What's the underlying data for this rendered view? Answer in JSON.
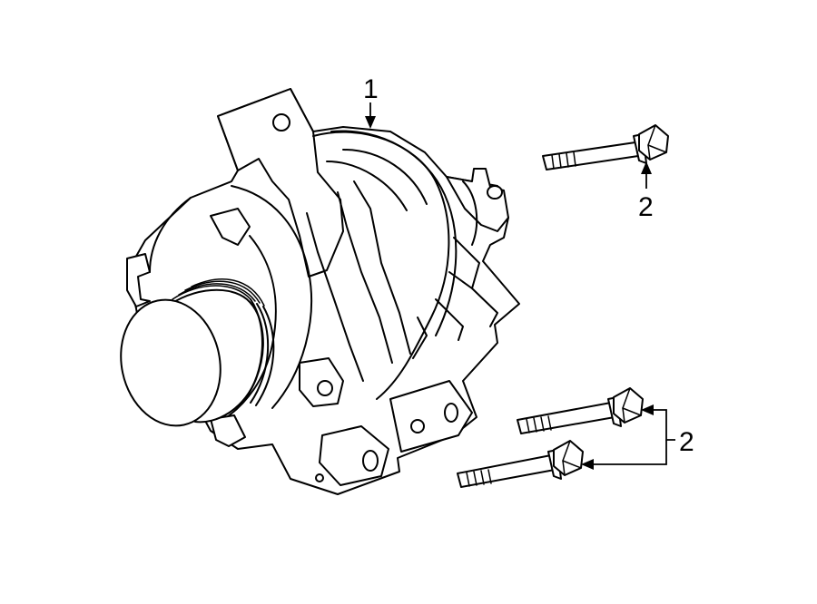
{
  "diagram": {
    "callouts": [
      {
        "id": "alternator",
        "label": "1"
      },
      {
        "id": "upper-bolt",
        "label": "2"
      },
      {
        "id": "lower-bolts",
        "label": "2"
      }
    ],
    "colors": {
      "line": "#000000",
      "background": "#ffffff"
    }
  }
}
